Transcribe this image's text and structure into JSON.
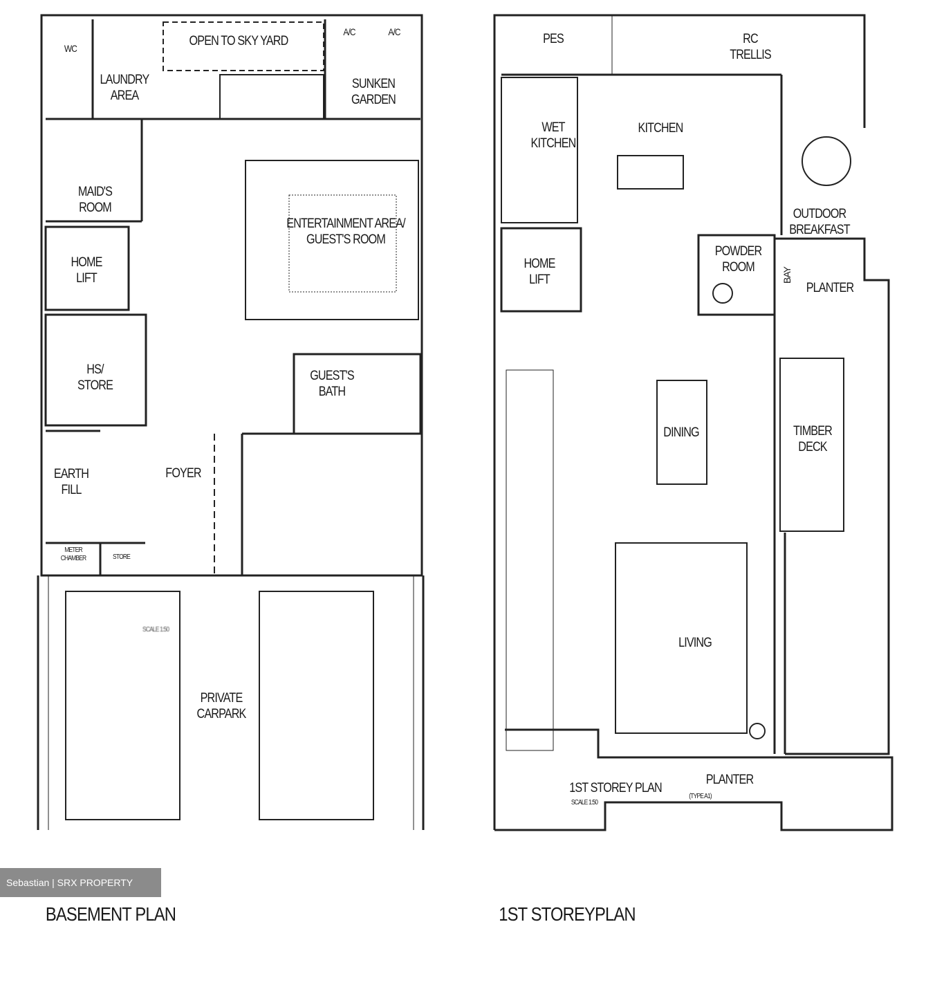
{
  "basement": {
    "rooms": {
      "wc": "WC",
      "open_to_sky_yard": "OPEN TO SKY YARD",
      "ac1": "A/C",
      "ac2": "A/C",
      "laundry": "LAUNDRY\nAREA",
      "sunken_garden": "SUNKEN\nGARDEN",
      "maids_room": "MAID'S\nROOM",
      "entertainment": "ENTERTAINMENT AREA/\nGUEST'S ROOM",
      "home_lift": "HOME\nLIFT",
      "hs_store": "HS/\nSTORE",
      "guests_bath": "GUEST'S\nBATH",
      "earth_fill": "EARTH\nFILL",
      "foyer": "FOYER",
      "meter_chamber": "METER\nCHAMBER",
      "store": "STORE",
      "private_carpark": "PRIVATE\nCARPARK"
    },
    "scale": "SCALE 1:50",
    "caption": "BASEMENT PLAN"
  },
  "first_storey": {
    "rooms": {
      "pes": "PES",
      "rc_trellis": "RC\nTRELLIS",
      "wet_kitchen": "WET\nKITCHEN",
      "kitchen": "KITCHEN",
      "outdoor_breakfast": "OUTDOOR\nBREAKFAST",
      "home_lift": "HOME\nLIFT",
      "powder_room": "POWDER\nROOM",
      "bay": "BAY",
      "planter_top": "PLANTER",
      "dining": "DINING",
      "timber_deck": "TIMBER\nDECK",
      "living": "LIVING",
      "planter_bottom": "PLANTER"
    },
    "plan_title": "1ST STOREY PLAN",
    "plan_type": "(TYPE A1)",
    "scale": "SCALE 1:50",
    "caption": "1ST STOREYPLAN"
  },
  "watermark": "Sebastian | SRX PROPERTY"
}
